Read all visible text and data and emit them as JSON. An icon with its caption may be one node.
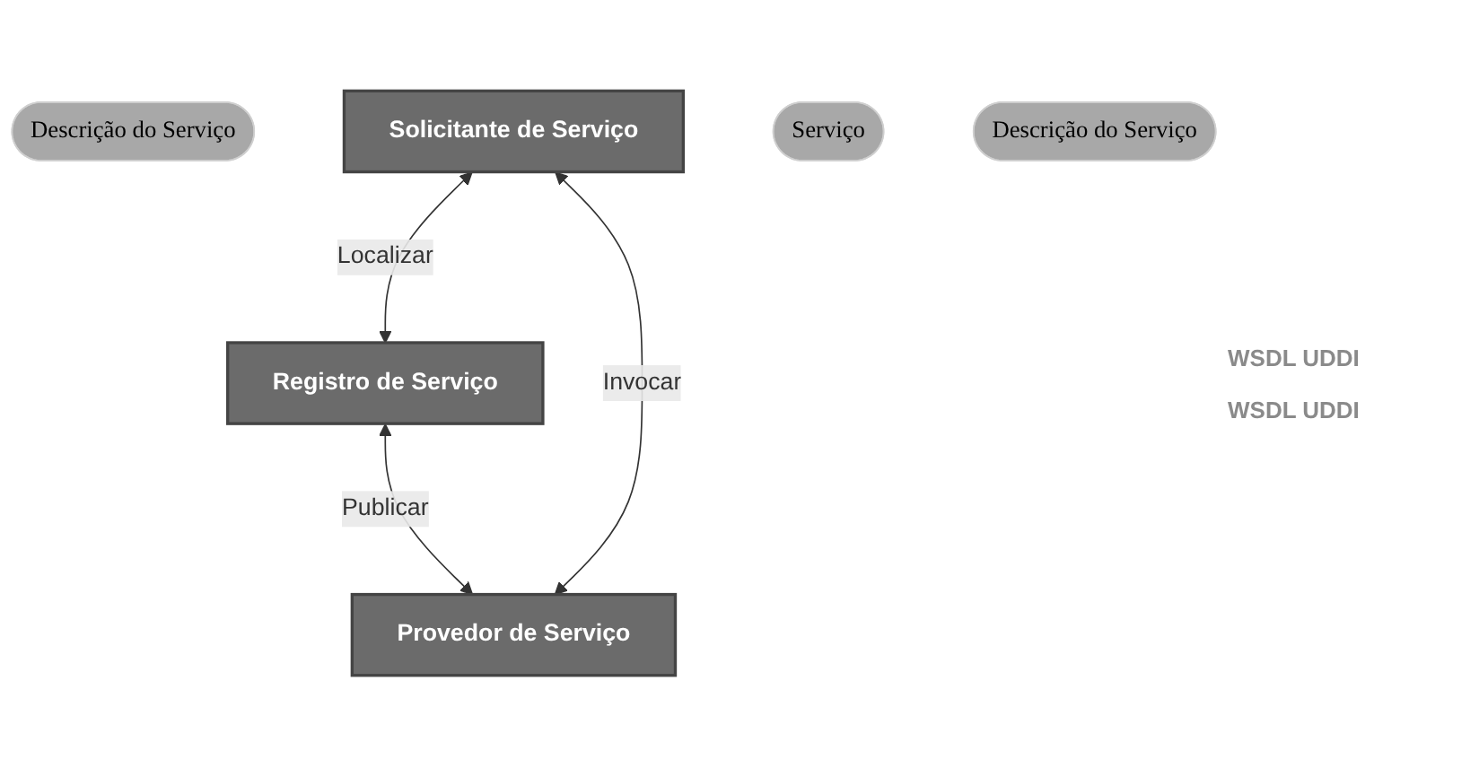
{
  "diagram": {
    "nodes": [
      {
        "text": [
          "Registro de Serviço"
        ]
      },
      {
        "text": [
          "Descrição do Serviço"
        ]
      },
      {
        "text": [
          "Solicitante de Serviço"
        ]
      },
      {
        "text": [
          "Provedor de Serviço"
        ]
      },
      {
        "text": [
          "Serviço"
        ]
      },
      {
        "text": [
          "Descrição do Serviço"
        ]
      }
    ],
    "edges": [
      {
        "from": 2,
        "to": 0,
        "arrow": "both",
        "label": "Localizar"
      },
      {
        "from": 0,
        "to": 3,
        "arrow": "both",
        "label": "Publicar"
      },
      {
        "from": 2,
        "to": 3,
        "arrow": "both",
        "label": "Invocar"
      }
    ],
    "labels": [
      "WSDL UDDI",
      "WSDL UDDI"
    ]
  }
}
